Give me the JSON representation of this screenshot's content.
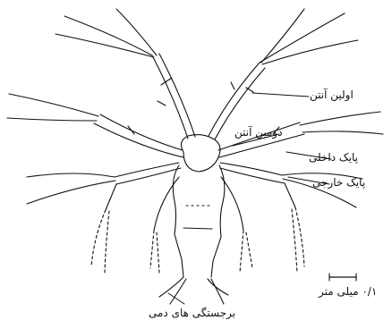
{
  "labels": {
    "first_antenna": "اولین آنتن",
    "second_antenna": "دومین آنتن",
    "inner_branch": "پایک داخلی",
    "outer_branch": "پایک خارجی",
    "caudal_appendages": "برجستگی های دمی"
  },
  "scale": {
    "text": "۰/۱ میلی متر"
  },
  "colors": {
    "ink": "#111111",
    "paper": "#ffffff"
  }
}
